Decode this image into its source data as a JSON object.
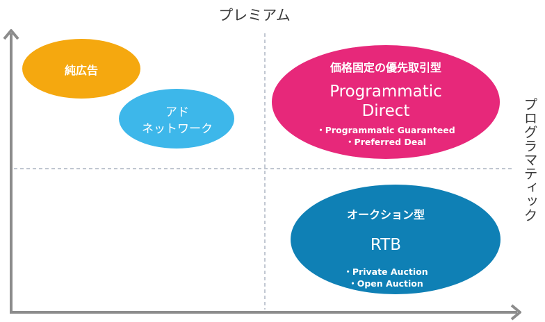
{
  "axes": {
    "y_title": "プレミアム",
    "x_title": "プログラマティック"
  },
  "colors": {
    "axis": "#8c8c8c",
    "divider": "#9aa3b5",
    "orange": "#f5a80f",
    "lightblue": "#3db7ea",
    "pink": "#e7287a",
    "darkblue": "#0f80b5"
  },
  "ellipses": {
    "junkoukoku": {
      "title": "純広告"
    },
    "adnetwork": {
      "line1": "アド",
      "line2": "ネットワーク"
    },
    "pmp": {
      "subtitle": "価格固定の優先取引型",
      "title_line1": "Programmatic",
      "title_line2": "Direct",
      "bullets": [
        "・Programmatic Guaranteed",
        "・Preferred Deal"
      ]
    },
    "rtb": {
      "subtitle": "オークション型",
      "title": "RTB",
      "bullets": [
        "・Private Auction",
        "・Open Auction"
      ]
    }
  }
}
